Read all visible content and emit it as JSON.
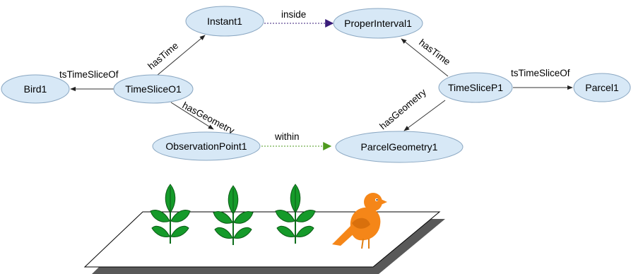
{
  "nodes": {
    "instant1": "Instant1",
    "proper_interval1": "ProperInterval1",
    "bird1": "Bird1",
    "time_slice_o1": "TimeSliceO1",
    "observation_point1": "ObservationPoint1",
    "parcel_geometry1": "ParcelGeometry1",
    "time_slice_p1": "TimeSliceP1",
    "parcel1": "Parcel1"
  },
  "edges": {
    "o1_has_time": "hasTime",
    "o1_ts_slice_of": "tsTimeSliceOf",
    "o1_has_geometry": "hasGeometry",
    "instant_inside": "inside",
    "obs_within": "within",
    "p1_has_time": "hasTime",
    "p1_has_geometry": "hasGeometry",
    "p1_ts_slice_of": "tsTimeSliceOf"
  },
  "colors": {
    "node_fill": "#d7e8f6",
    "node_stroke": "#8aa7c2",
    "inside_edge": "#3a1d7a",
    "within_edge": "#4e9a1e",
    "plant_green": "#159a2a",
    "bird_orange": "#f58618"
  },
  "illustration": {
    "icons": [
      "plant-icon",
      "plant-icon",
      "plant-icon",
      "bird-icon"
    ]
  }
}
